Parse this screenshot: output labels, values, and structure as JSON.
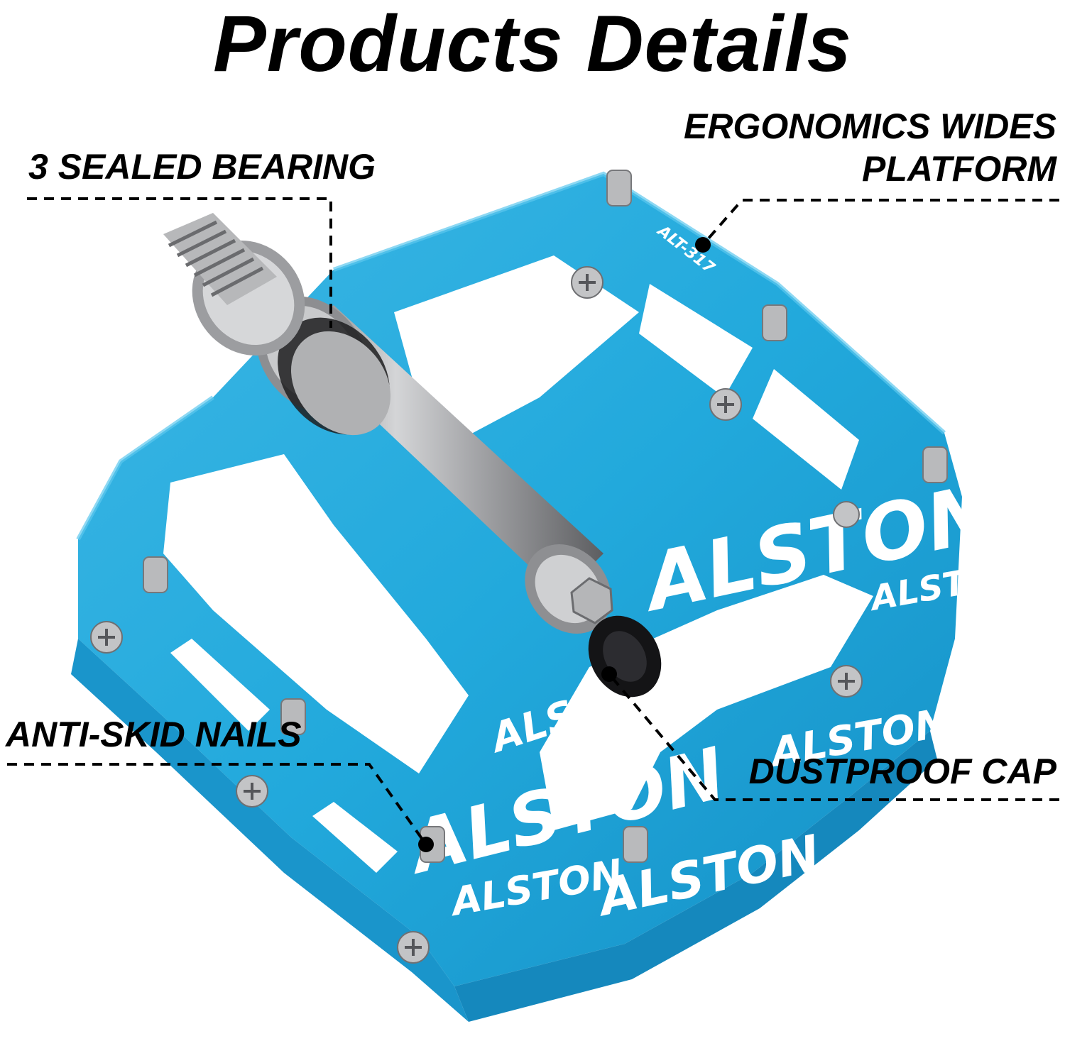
{
  "header": {
    "title": "Products Details"
  },
  "callouts": {
    "bearing": "3 SEALED BEARING",
    "platform_line1": "ERGONOMICS WIDES",
    "platform_line2": "PLATFORM",
    "nails": "ANTI-SKID NAILS",
    "cap": "DUSTPROOF CAP"
  },
  "product": {
    "model_engraving": "ALT-317",
    "brand_mark": "ALSTON"
  },
  "colors": {
    "pedal_body": "#22a9dc",
    "pedal_shadow": "#1588bd",
    "pedal_highlight": "#5cc7ee",
    "axle_steel": "#a9aaac",
    "text": "#000000"
  },
  "icons": {
    "callout_marker": "dot-marker-icon"
  }
}
